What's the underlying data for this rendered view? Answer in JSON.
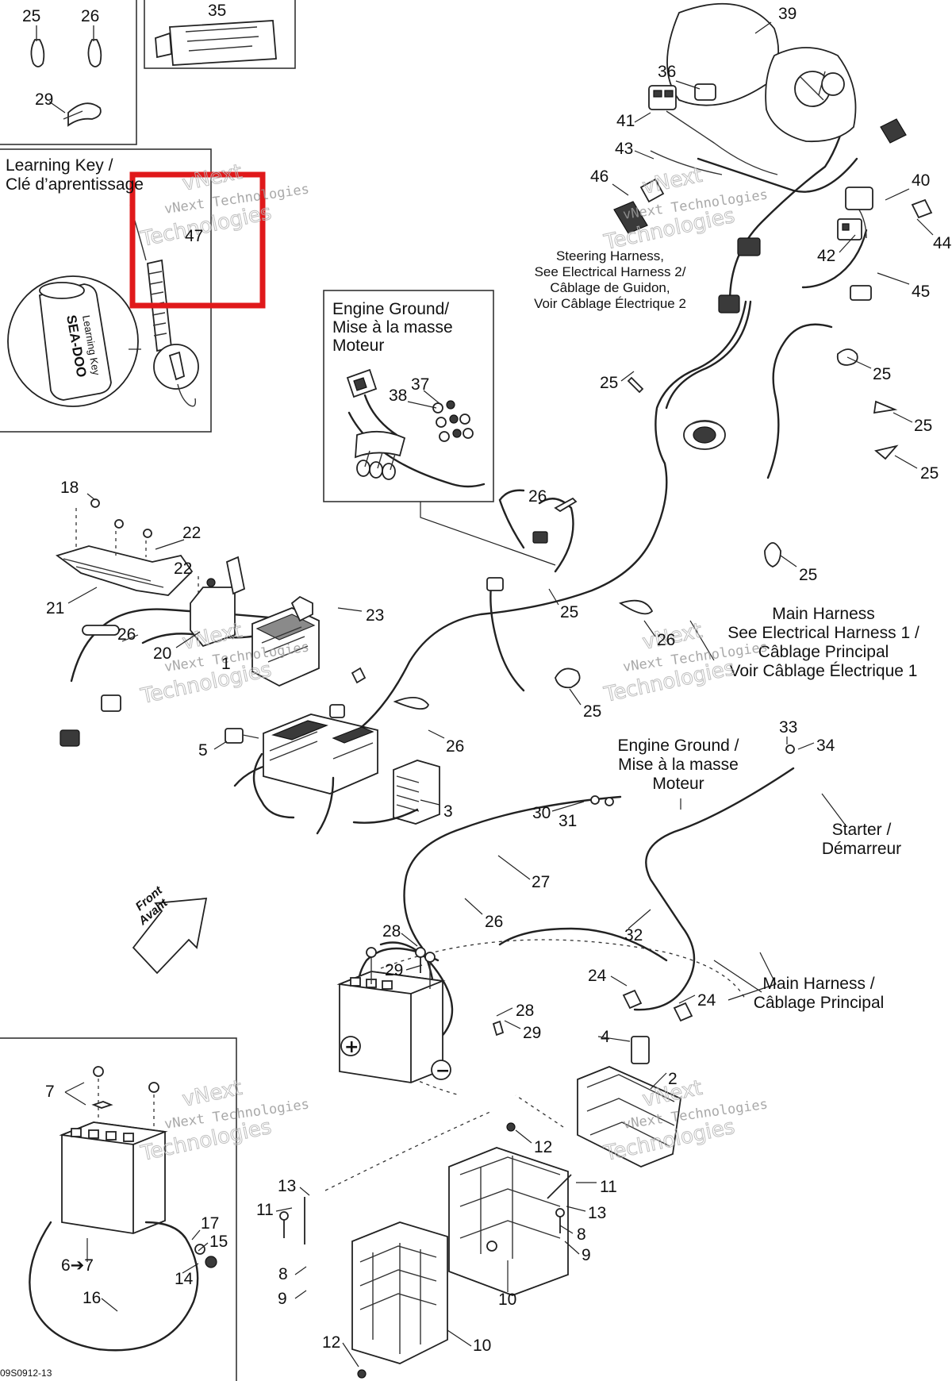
{
  "callouts": {
    "n25a": "25",
    "n26a": "26",
    "n29a": "29",
    "n35": "35",
    "n47": "47",
    "n39": "39",
    "n36": "36",
    "n41": "41",
    "n43": "43",
    "n46": "46",
    "n40": "40",
    "n44": "44",
    "n42": "42",
    "n45": "45",
    "n25b": "25",
    "n25c": "25",
    "n25d": "25",
    "n25e": "25",
    "n25f": "25",
    "n37": "37",
    "n38": "38",
    "n26b": "26",
    "n18": "18",
    "n22a": "22",
    "n22b": "22",
    "n21": "21",
    "n25g": "25",
    "n23": "23",
    "n26c": "26",
    "n20": "20",
    "n1": "1",
    "n26d": "26",
    "n25h": "25",
    "n26e": "26",
    "n5": "5",
    "n3": "3",
    "n33": "33",
    "n34": "34",
    "n30": "30",
    "n31": "31",
    "n27": "27",
    "n26f": "26",
    "n32": "32",
    "n28a": "28",
    "n29b": "29",
    "n24a": "24",
    "n24b": "24",
    "n28b": "28",
    "n29c": "29",
    "n4": "4",
    "n2": "2",
    "n7": "7",
    "n12a": "12",
    "n11a": "11",
    "n13a": "13",
    "n13b": "13",
    "n11b": "11",
    "n8a": "8",
    "n9a": "9",
    "n17": "17",
    "n15": "15",
    "n67": "6➔7",
    "n14": "14",
    "n16": "16",
    "n8b": "8",
    "n9b": "9",
    "n10a": "10",
    "n12b": "12",
    "n10b": "10"
  },
  "labels": {
    "learning_key_1": "Learning Key /",
    "learning_key_2": "Clé d’aprentissage",
    "key_brand": "SEA-DOO",
    "key_text": "Learning Key",
    "engine_ground_box_1": "Engine Ground/",
    "engine_ground_box_2": "Mise à la masse",
    "engine_ground_box_3": "Moteur",
    "steering_1": "Steering Harness,",
    "steering_2": "See Electrical Harness 2/",
    "steering_3": "Câblage de Guidon,",
    "steering_4": "Voir Câblage Électrique 2",
    "main_harness_1": "Main Harness",
    "main_harness_2": "See Electrical Harness 1 /",
    "main_harness_3": "Câblage Principal",
    "main_harness_4": "Voir Câblage Électrique 1",
    "engine_ground_1": "Engine Ground /",
    "engine_ground_2": "Mise à la masse",
    "engine_ground_3": "Moteur",
    "starter_1": "Starter /",
    "starter_2": "Démarreur",
    "main_harness_b1": "Main Harness /",
    "main_harness_b2": "Câblage Principal",
    "front_1": "Front",
    "front_2": "Avant",
    "plus": "+",
    "minus": "−",
    "figure_code": "09S0912-13"
  },
  "watermark": {
    "line1": "vNext Technologies",
    "line2": "Technologies",
    "line3": "vNext"
  },
  "colors": {
    "highlight": "#e0191b",
    "ink": "#111111",
    "watermark": "#9a9a9a"
  }
}
